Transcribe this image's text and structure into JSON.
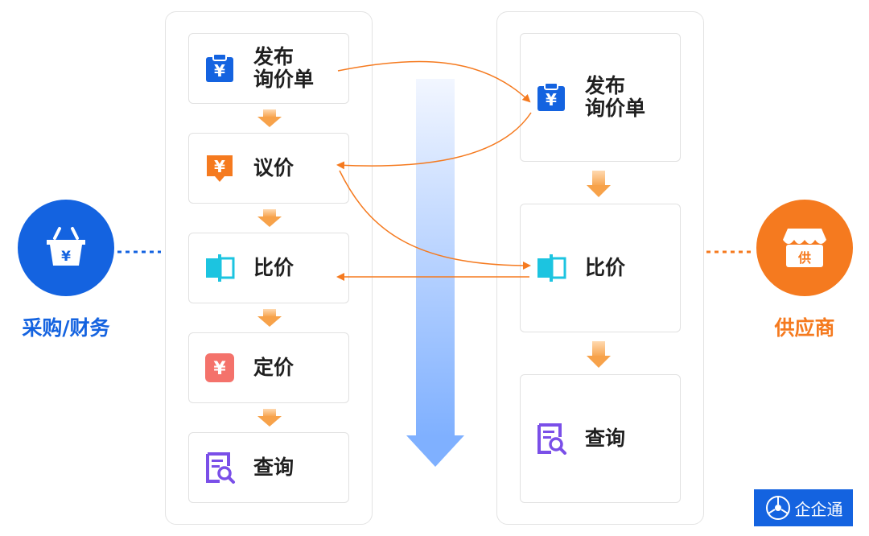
{
  "left_actor": {
    "label": "采购/财务",
    "icon": "basket-yen-icon",
    "color": "#1463e0"
  },
  "right_actor": {
    "label": "供应商",
    "icon": "shop-icon",
    "badge": "供",
    "color": "#f57a1f"
  },
  "left_column": [
    {
      "label": "发布\n询价单",
      "icon": "clipboard-yen-icon"
    },
    {
      "label": "议价",
      "icon": "yen-tag-icon"
    },
    {
      "label": "比价",
      "icon": "compare-icon"
    },
    {
      "label": "定价",
      "icon": "yen-price-icon"
    },
    {
      "label": "查询",
      "icon": "search-document-icon"
    }
  ],
  "right_column": [
    {
      "label": "发布\n询价单",
      "icon": "clipboard-yen-icon"
    },
    {
      "label": "比价",
      "icon": "compare-icon"
    },
    {
      "label": "查询",
      "icon": "search-document-icon"
    }
  ],
  "logo": {
    "text": "企企通",
    "icon": "qiqitong-logo-icon",
    "color": "#1463e0"
  },
  "colors": {
    "blue": "#1463e0",
    "orange": "#f57a1f",
    "cyan": "#1cc4e0",
    "salmon": "#f4726b",
    "purple": "#7a4fe8",
    "timeline_top": "#f2f6ff",
    "timeline_bottom": "#7fb0ff"
  }
}
